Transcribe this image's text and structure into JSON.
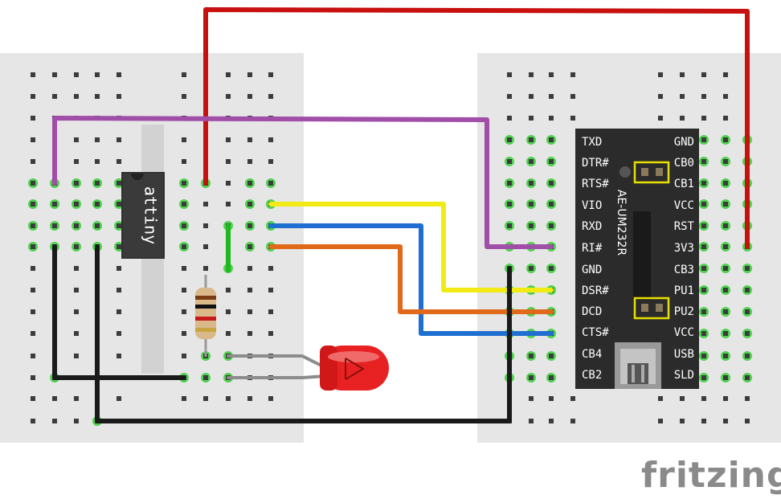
{
  "brand": "fritzing",
  "chip": {
    "label": "attiny"
  },
  "module": {
    "name": "AE-UM232R",
    "left_pins": [
      "TXD",
      "DTR#",
      "RTS#",
      "VIO",
      "RXD",
      "RI#",
      "GND",
      "DSR#",
      "DCD",
      "CTS#",
      "CB4",
      "CB2"
    ],
    "right_pins": [
      "GND",
      "CB0",
      "CB1",
      "VCC",
      "RST",
      "3V3",
      "CB3",
      "PU1",
      "PU2",
      "VCC",
      "USB",
      "SLD"
    ]
  },
  "colors": {
    "breadboard": "#e6e6e6",
    "hole": "#3c3c3c",
    "hole_connected": "#4fd14f",
    "wire_red": "#c8100f",
    "wire_purple": "#a04ea8",
    "wire_yellow": "#f2ea13",
    "wire_blue": "#1f6fd1",
    "wire_orange": "#e0691a",
    "wire_black": "#1a1a1a",
    "wire_green": "#1fb81f",
    "wire_gray": "#8c8c8c",
    "led": "#e82222",
    "module_body": "#2b2b2b",
    "jumper": "#e8e000",
    "brand_text": "#8a8a8a"
  },
  "icons": [
    "led-icon",
    "resistor-icon",
    "usb-connector-icon",
    "jumper-icon",
    "ic-chip-icon"
  ]
}
